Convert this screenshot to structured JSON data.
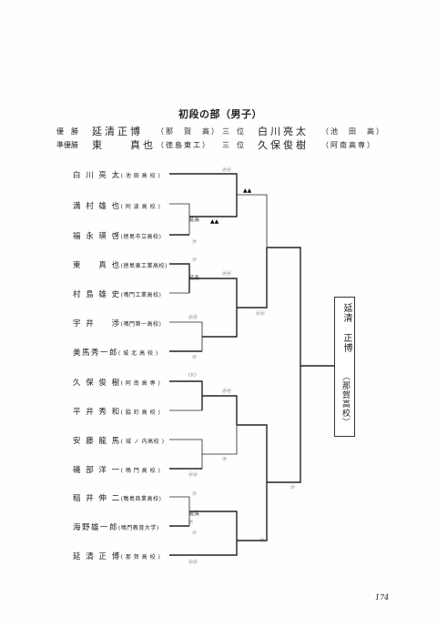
{
  "title": "初段の部（男子）",
  "rankings": {
    "winner_label": "優　勝",
    "winner_name": "延清正博",
    "winner_school": "（那　賀　高）",
    "runnerup_label": "準優勝",
    "runnerup_name": "東　　真也",
    "runnerup_school": "（徳島東工）",
    "third1_label": "三　位",
    "third1_name": "白川亮太",
    "third1_school": "（池　田　高）",
    "third2_label": "三　位",
    "third2_name": "久保俊樹",
    "third2_school": "（阿南高専）"
  },
  "players": [
    {
      "name": "白 川 亮 太",
      "school": "( 池 田 高 校 )"
    },
    {
      "name": "満 村 雄 也",
      "school": "( 阿 波 高 校 )"
    },
    {
      "name": "福 永 瑛 啓",
      "school": "(徳島市立高校)"
    },
    {
      "name": "東 　 真 也",
      "school": "(徳島東工業高校)"
    },
    {
      "name": "村 島 雄 史",
      "school": "(鳴門工業高校)"
    },
    {
      "name": "宇 井 　 渉",
      "school": "(鳴門第一高校)"
    },
    {
      "name": "美馬秀一郎",
      "school": "( 城 北 高 校 )"
    },
    {
      "name": "久 保 俊 樹",
      "school": "( 阿 南 高 専 )"
    },
    {
      "name": "平 井 秀 和",
      "school": "( 脇 町 高 校 )"
    },
    {
      "name": "安 藤 龍 馬",
      "school": "( 城 ノ 内高校 )"
    },
    {
      "name": "磯 部 洋 一",
      "school": "( 鳴 門 高 校 )"
    },
    {
      "name": "稲 井 伸 二",
      "school": "(鴨島商業高校)"
    },
    {
      "name": "海野雄一郎",
      "school": "(鳴門教育大学)"
    },
    {
      "name": "延 清 正 博",
      "school": "( 那 賀 高 校 )"
    }
  ],
  "scores": {
    "s1": "㋱㋱",
    "s2": "㋐",
    "s3": "㋐",
    "s4": "㋱㋱",
    "s5": "㋱㋱",
    "s6": "㋐",
    "s7": "○○",
    "s8": "㋱㋱",
    "s9": "㋐",
    "s10": "㋱㋱",
    "s11": "㋐",
    "s12": "㋐",
    "s13": "㋐",
    "s14": "㋱㋱",
    "s15": "㋐",
    "s16": "㋱㋱",
    "s17": "㋐"
  },
  "notes": {
    "extension_1": "延長",
    "extension_2": "延長",
    "extension_3": "延長",
    "marks_1": "▲▲",
    "marks_2": "▲▲"
  },
  "champion": {
    "name": "延清　正博",
    "school": "（那賀高校）"
  },
  "page_number": "174"
}
